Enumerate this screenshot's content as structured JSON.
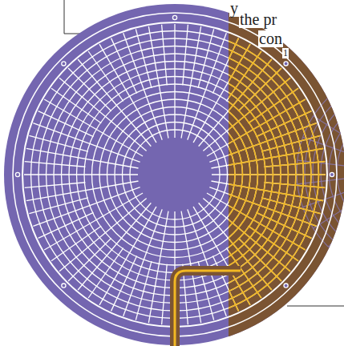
{
  "diagram": {
    "labels": [
      "y",
      "the pr",
      "con",
      "1"
    ]
  }
}
